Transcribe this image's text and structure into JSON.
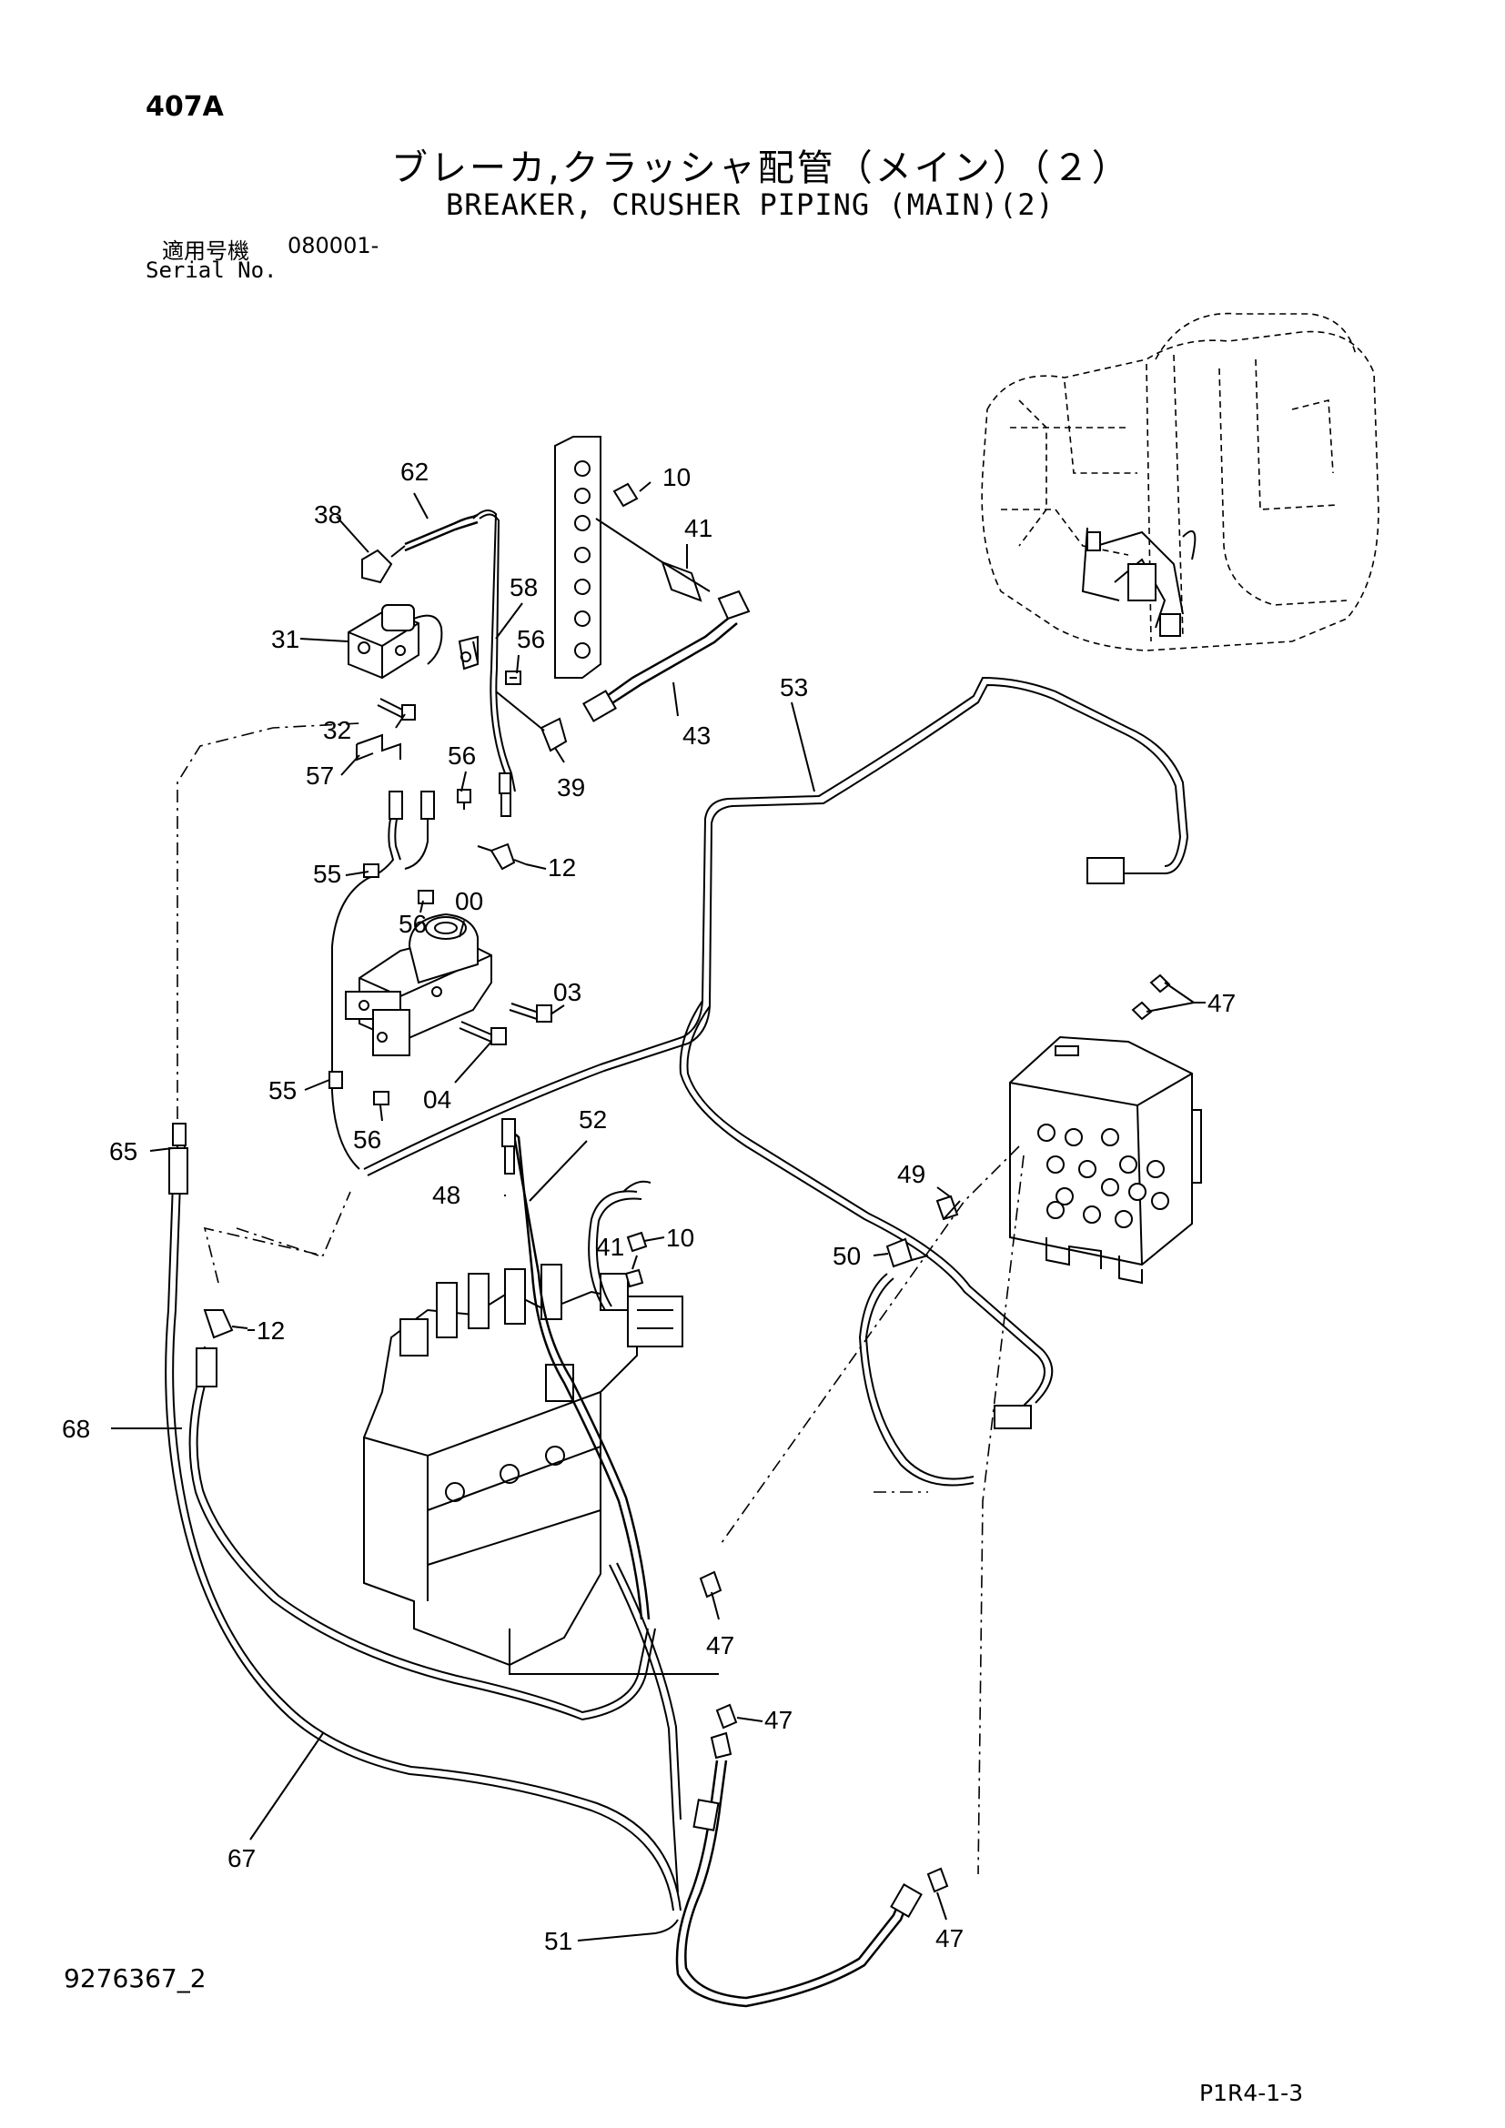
{
  "header": {
    "page_no": "407A",
    "title_jp": "ブレーカ,クラッシャ配管（メイン）（２）",
    "title_en": "BREAKER, CRUSHER PIPING (MAIN)(2)",
    "serial_label_jp": "適用号機",
    "serial_value": "080001-",
    "serial_label_en": "Serial No."
  },
  "footer": {
    "drawing_no": "9276367_2",
    "sheet_code": "P1R4-1-3"
  },
  "callouts": {
    "c62": "62",
    "c10a": "10",
    "c38": "38",
    "c41a": "41",
    "c58": "58",
    "c31": "31",
    "c56a": "56",
    "c53": "53",
    "c32": "32",
    "c43": "43",
    "c56b": "56",
    "c57": "57",
    "c39": "39",
    "c12a": "12",
    "c55a": "55",
    "c00": "00",
    "c56c": "56",
    "c03": "03",
    "c47a": "47",
    "c55b": "55",
    "c04": "04",
    "c56d": "56",
    "c52": "52",
    "c65": "65",
    "c49": "49",
    "c48": "48",
    "c10b": "10",
    "c41b": "41",
    "c50": "50",
    "c12b": "12",
    "c68": "68",
    "c47b": "47",
    "c47c": "47",
    "c67": "67",
    "c51": "51",
    "c47d": "47"
  }
}
